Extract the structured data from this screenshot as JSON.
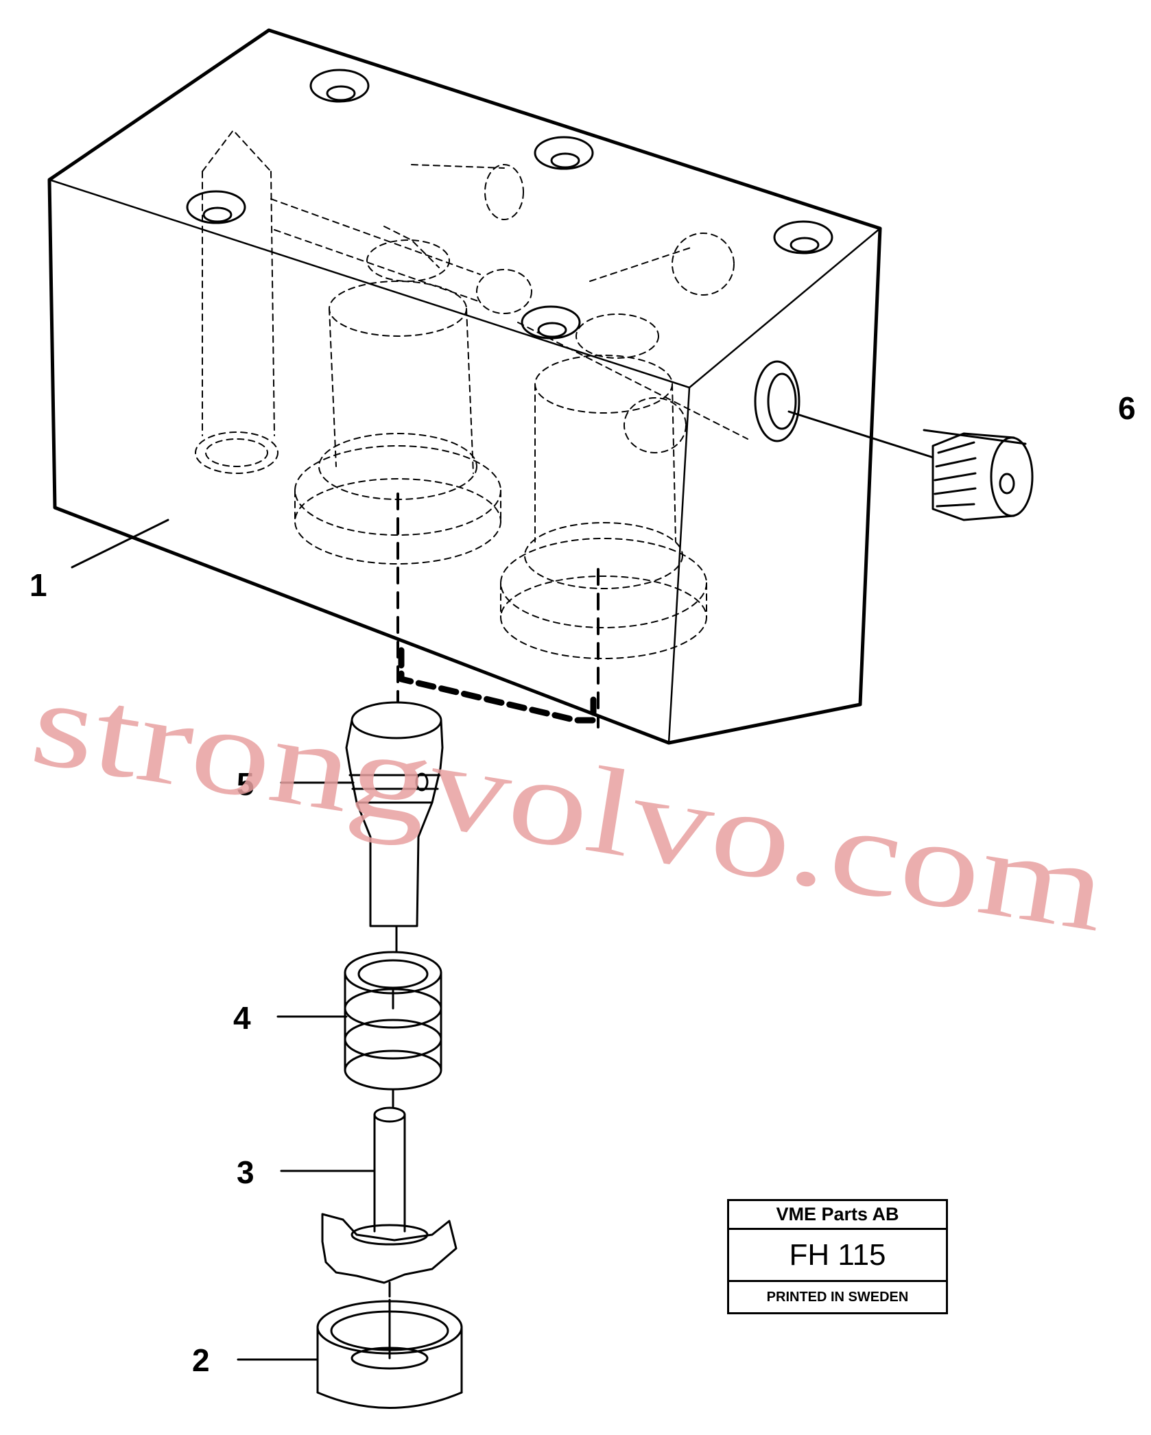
{
  "diagram": {
    "callouts": [
      {
        "id": "1",
        "label": "1"
      },
      {
        "id": "2",
        "label": "2"
      },
      {
        "id": "3",
        "label": "3"
      },
      {
        "id": "4",
        "label": "4"
      },
      {
        "id": "5",
        "label": "5"
      },
      {
        "id": "6",
        "label": "6"
      }
    ]
  },
  "title_block": {
    "company": "VME Parts AB",
    "code": "FH 115",
    "printed": "PRINTED IN SWEDEN"
  },
  "watermark": {
    "text": "strongvolvo.com",
    "color": "#e8a0a0"
  },
  "colors": {
    "line": "#000000",
    "background": "#ffffff"
  }
}
